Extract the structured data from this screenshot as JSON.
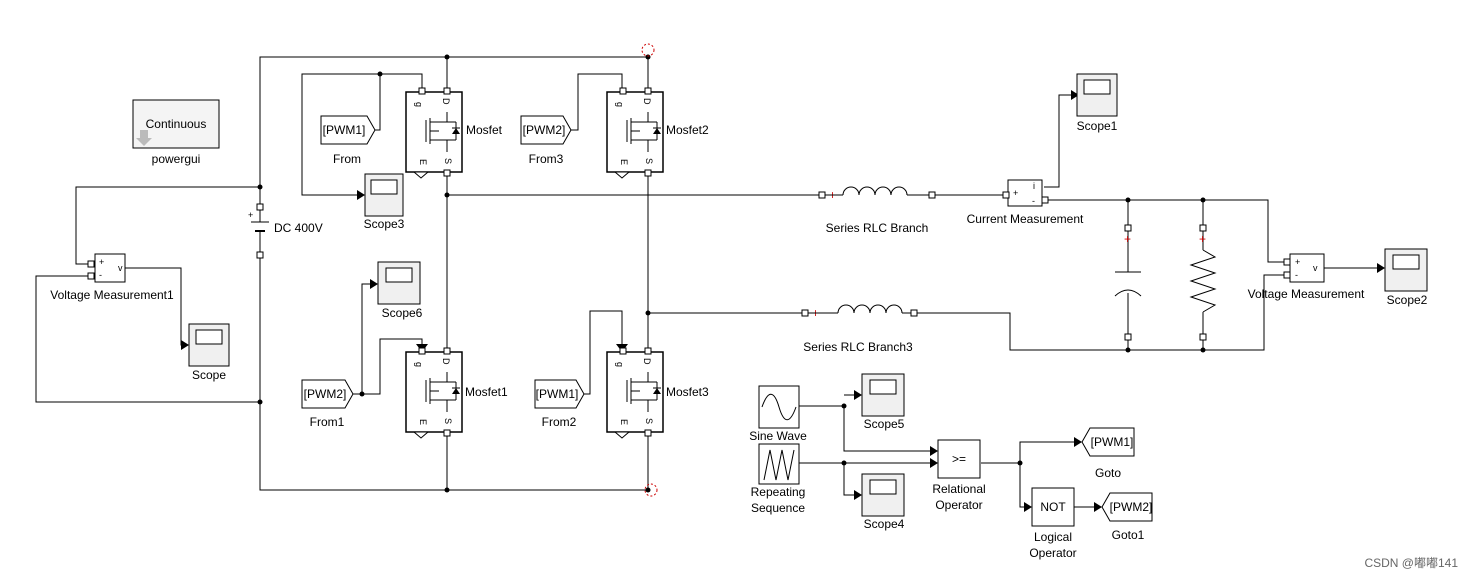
{
  "powergui": {
    "mode": "Continuous",
    "name": "powergui"
  },
  "dc_source": {
    "label": "DC 400V"
  },
  "mosfets": [
    {
      "name": "Mosfet",
      "terminals": [
        "g",
        "D",
        "E",
        "S"
      ]
    },
    {
      "name": "Mosfet2",
      "terminals": [
        "g",
        "D",
        "E",
        "S"
      ]
    },
    {
      "name": "Mosfet1",
      "terminals": [
        "g",
        "D",
        "E",
        "S"
      ]
    },
    {
      "name": "Mosfet3",
      "terminals": [
        "g",
        "D",
        "E",
        "S"
      ]
    }
  ],
  "from_blocks": [
    {
      "tag": "[PWM1]",
      "name": "From"
    },
    {
      "tag": "[PWM2]",
      "name": "From3"
    },
    {
      "tag": "[PWM2]",
      "name": "From1"
    },
    {
      "tag": "[PWM1]",
      "name": "From2"
    }
  ],
  "goto_blocks": [
    {
      "tag": "[PWM1]",
      "name": "Goto"
    },
    {
      "tag": "[PWM2]",
      "name": "Goto1"
    }
  ],
  "scopes": [
    "Scope",
    "Scope1",
    "Scope2",
    "Scope3",
    "Scope4",
    "Scope5",
    "Scope6"
  ],
  "measurements": {
    "voltage1": {
      "name": "Voltage Measurement1",
      "in_plus": "+",
      "in_minus": "-",
      "out": "v"
    },
    "voltage": {
      "name": "Voltage Measurement",
      "in_plus": "+",
      "in_minus": "-",
      "out": "v"
    },
    "current": {
      "name": "Current Measurement",
      "in_plus": "+",
      "in_minus": "-",
      "out": "i"
    }
  },
  "rlc": {
    "branch1": "Series RLC Branch",
    "branch3": "Series RLC Branch3"
  },
  "signals": {
    "sine": "Sine Wave",
    "repeating_line1": "Repeating",
    "repeating_line2": "Sequence",
    "relational_op": ">=",
    "relational_line1": "Relational",
    "relational_line2": "Operator",
    "not_op": "NOT",
    "logical_line1": "Logical",
    "logical_line2": "Operator"
  },
  "watermark": "CSDN @嘟嘟141"
}
